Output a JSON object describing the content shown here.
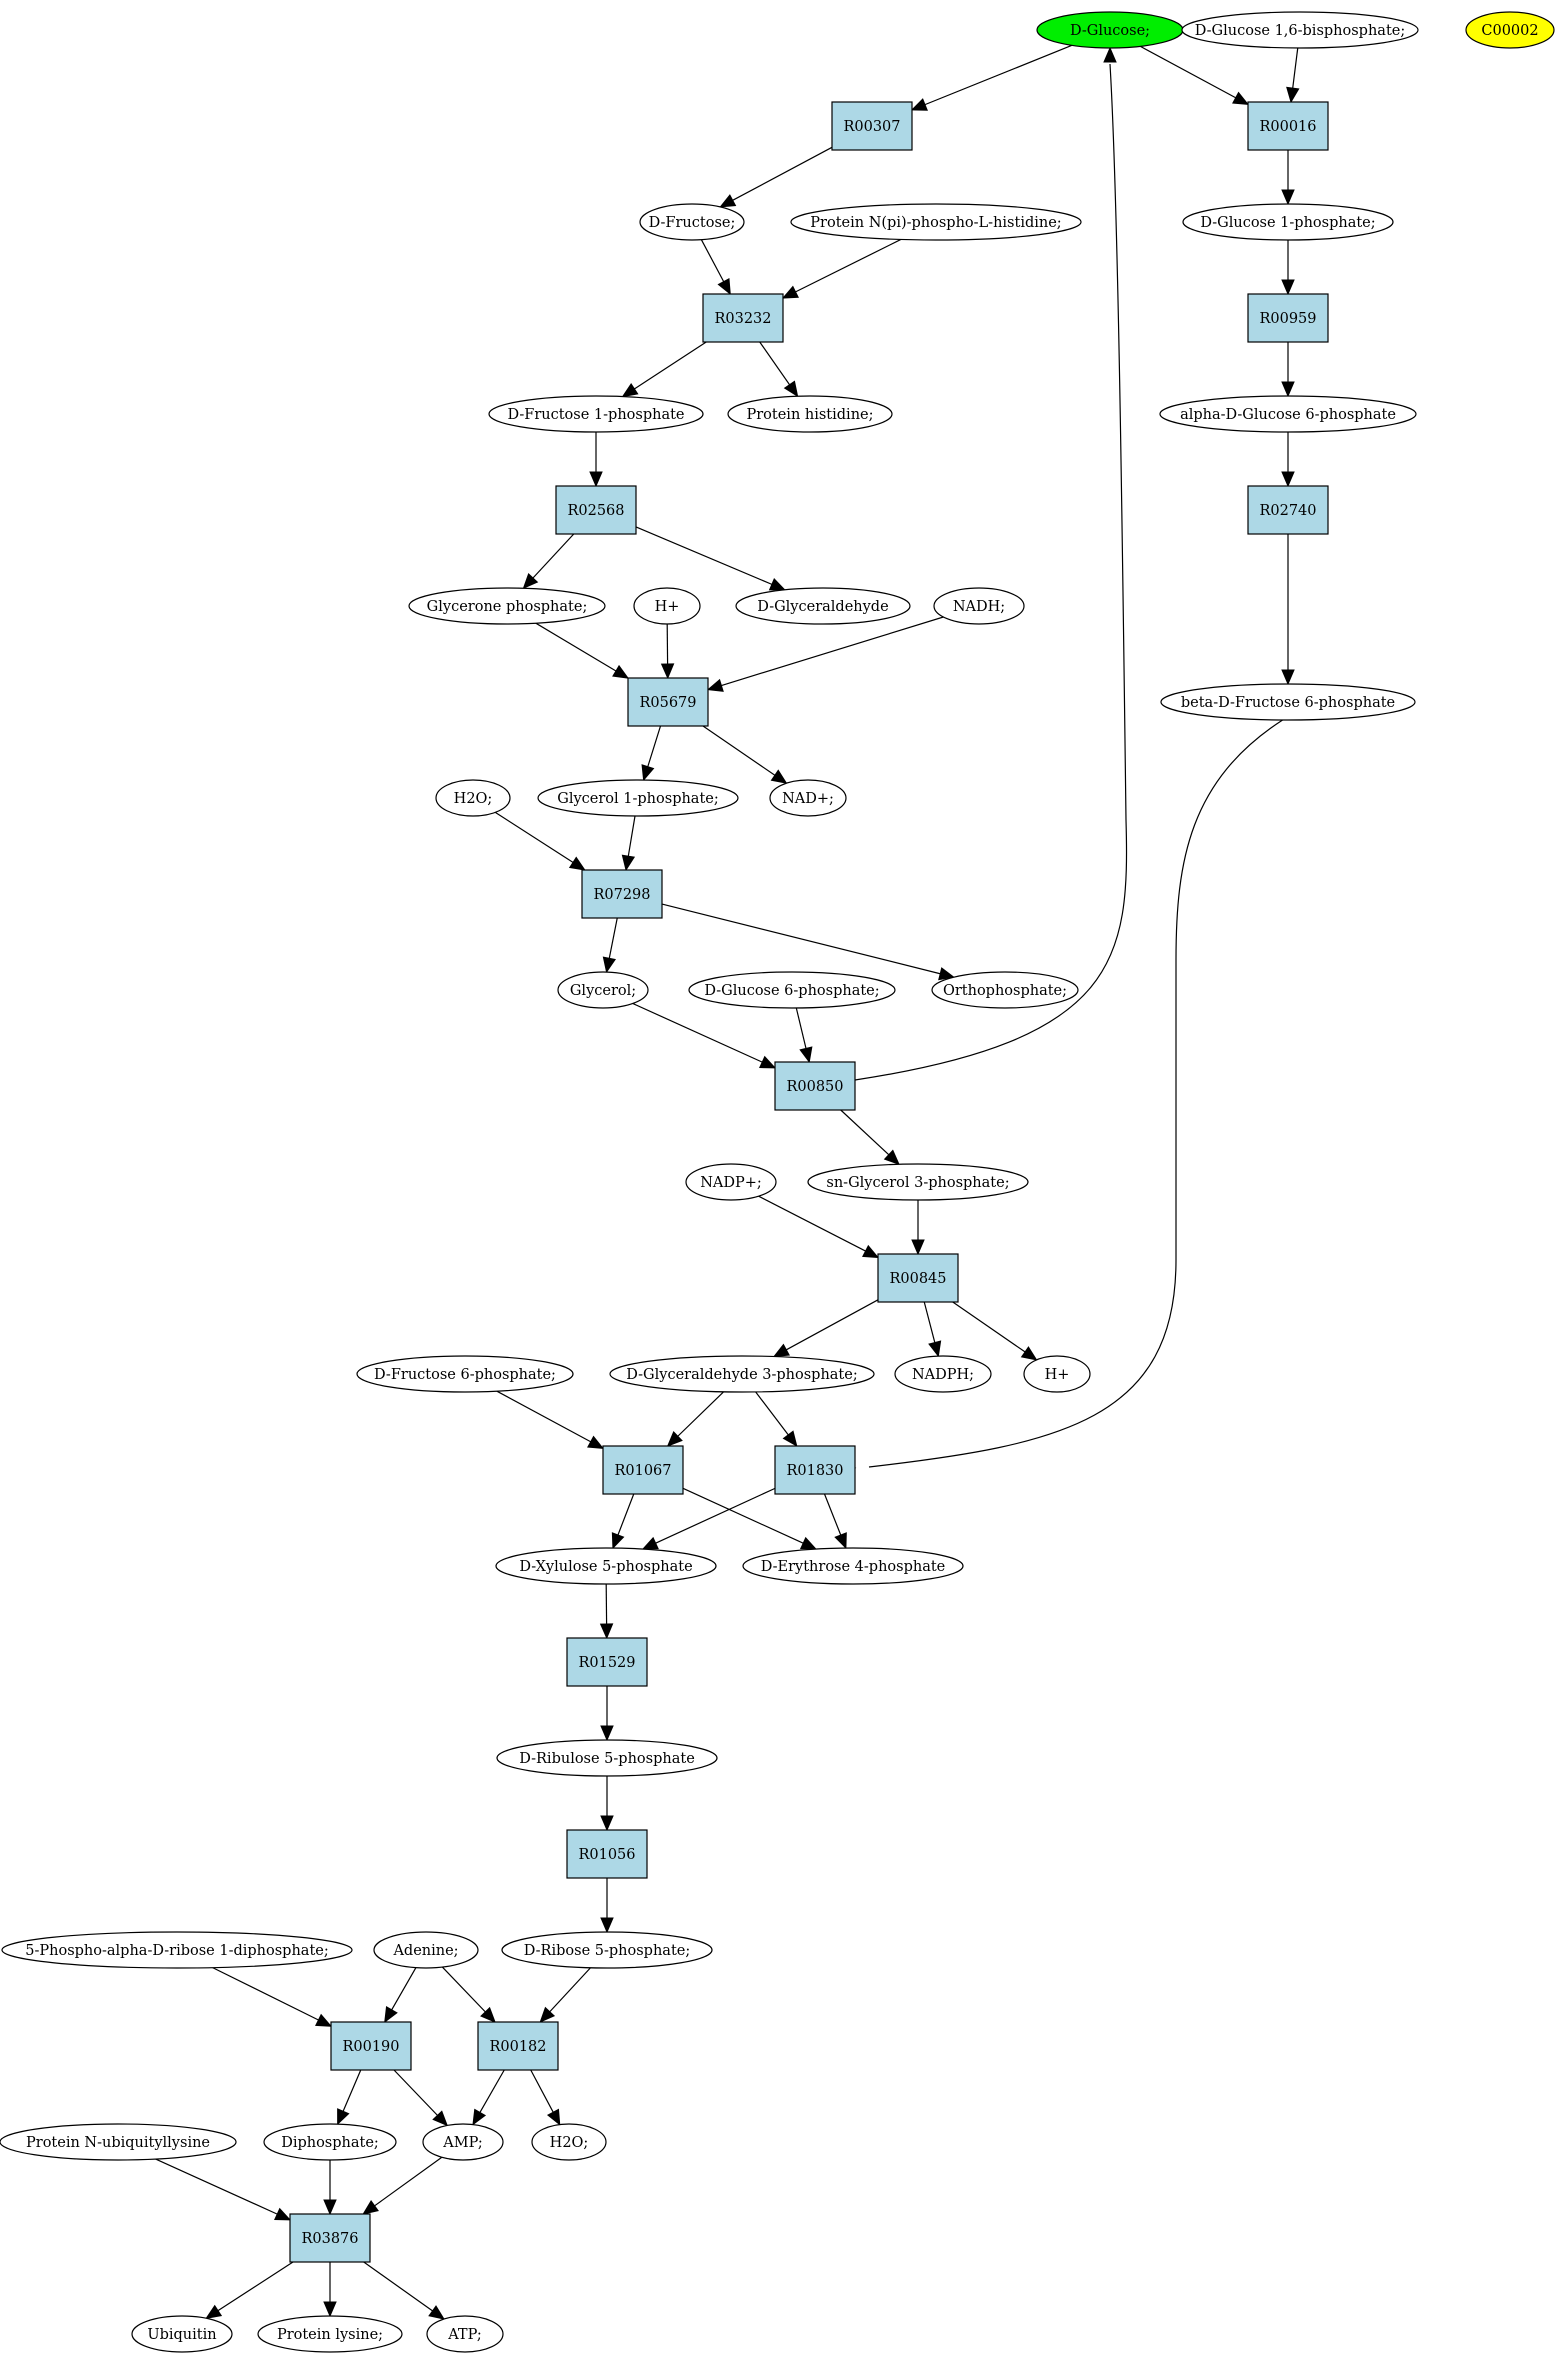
{
  "colors": {
    "reaction_fill": "#add8e6",
    "compound_fill": "#ffffff",
    "start_fill": "#00ee00",
    "highlight_fill": "#ffff00"
  },
  "nodes": {
    "D-Glucose": {
      "label": "D-Glucose;",
      "kind": "start"
    },
    "D-Glucose-16bp": {
      "label": "D-Glucose 1,6-bisphosphate;",
      "kind": "compound"
    },
    "C00002": {
      "label": "C00002",
      "kind": "highlight"
    },
    "R00307": {
      "label": "R00307",
      "kind": "reaction"
    },
    "R00016": {
      "label": "R00016",
      "kind": "reaction"
    },
    "D-Fructose": {
      "label": "D-Fructose;",
      "kind": "compound"
    },
    "Protein-Npi": {
      "label": "Protein N(pi)-phospho-L-histidine;",
      "kind": "compound"
    },
    "D-Glucose-1p": {
      "label": "D-Glucose 1-phosphate;",
      "kind": "compound"
    },
    "R03232": {
      "label": "R03232",
      "kind": "reaction"
    },
    "R00959": {
      "label": "R00959",
      "kind": "reaction"
    },
    "D-Fructose-1p": {
      "label": "D-Fructose 1-phosphate",
      "kind": "compound"
    },
    "Protein-histidine": {
      "label": "Protein histidine;",
      "kind": "compound"
    },
    "alpha-G6P": {
      "label": "alpha-D-Glucose 6-phosphate",
      "kind": "compound"
    },
    "R02568": {
      "label": "R02568",
      "kind": "reaction"
    },
    "R02740": {
      "label": "R02740",
      "kind": "reaction"
    },
    "Glycerone-p": {
      "label": "Glycerone phosphate;",
      "kind": "compound"
    },
    "H+a": {
      "label": "H+",
      "kind": "compound"
    },
    "D-Glyceraldehyde": {
      "label": "D-Glyceraldehyde",
      "kind": "compound"
    },
    "NADH": {
      "label": "NADH;",
      "kind": "compound"
    },
    "R05679": {
      "label": "R05679",
      "kind": "reaction"
    },
    "beta-F6P": {
      "label": "beta-D-Fructose 6-phosphate",
      "kind": "compound"
    },
    "H2Oa": {
      "label": "H2O;",
      "kind": "compound"
    },
    "Glycerol-1p": {
      "label": "Glycerol 1-phosphate;",
      "kind": "compound"
    },
    "NAD+": {
      "label": "NAD+;",
      "kind": "compound"
    },
    "R07298": {
      "label": "R07298",
      "kind": "reaction"
    },
    "Glycerol": {
      "label": "Glycerol;",
      "kind": "compound"
    },
    "D-Glucose-6p": {
      "label": "D-Glucose 6-phosphate;",
      "kind": "compound"
    },
    "Orthophosphate": {
      "label": "Orthophosphate;",
      "kind": "compound"
    },
    "R00850": {
      "label": "R00850",
      "kind": "reaction"
    },
    "NADP+": {
      "label": "NADP+;",
      "kind": "compound"
    },
    "sn-Glycerol-3p": {
      "label": "sn-Glycerol 3-phosphate;",
      "kind": "compound"
    },
    "R00845": {
      "label": "R00845",
      "kind": "reaction"
    },
    "D-Fructose-6p": {
      "label": "D-Fructose 6-phosphate;",
      "kind": "compound"
    },
    "GAP": {
      "label": "D-Glyceraldehyde 3-phosphate;",
      "kind": "compound"
    },
    "NADPH": {
      "label": "NADPH;",
      "kind": "compound"
    },
    "H+b": {
      "label": "H+",
      "kind": "compound"
    },
    "R01067": {
      "label": "R01067",
      "kind": "reaction"
    },
    "R01830": {
      "label": "R01830",
      "kind": "reaction"
    },
    "Xu5P": {
      "label": "D-Xylulose 5-phosphate",
      "kind": "compound"
    },
    "E4P": {
      "label": "D-Erythrose 4-phosphate",
      "kind": "compound"
    },
    "R01529": {
      "label": "R01529",
      "kind": "reaction"
    },
    "Ru5P": {
      "label": "D-Ribulose 5-phosphate",
      "kind": "compound"
    },
    "R01056": {
      "label": "R01056",
      "kind": "reaction"
    },
    "PRPP": {
      "label": "5-Phospho-alpha-D-ribose 1-diphosphate;",
      "kind": "compound"
    },
    "Adenine": {
      "label": "Adenine;",
      "kind": "compound"
    },
    "R5P": {
      "label": "D-Ribose 5-phosphate;",
      "kind": "compound"
    },
    "R00190": {
      "label": "R00190",
      "kind": "reaction"
    },
    "R00182": {
      "label": "R00182",
      "kind": "reaction"
    },
    "Protein-Nub": {
      "label": "Protein N-ubiquityllysine",
      "kind": "compound"
    },
    "Diphosphate": {
      "label": "Diphosphate;",
      "kind": "compound"
    },
    "AMP": {
      "label": "AMP;",
      "kind": "compound"
    },
    "H2Ob": {
      "label": "H2O;",
      "kind": "compound"
    },
    "R03876": {
      "label": "R03876",
      "kind": "reaction"
    },
    "Ubiquitin": {
      "label": "Ubiquitin",
      "kind": "compound"
    },
    "Protein-lysine": {
      "label": "Protein lysine;",
      "kind": "compound"
    },
    "ATP": {
      "label": "ATP;",
      "kind": "compound"
    }
  },
  "edges": [
    [
      "D-Glucose",
      "R00307"
    ],
    [
      "D-Glucose",
      "R00016"
    ],
    [
      "D-Glucose-16bp",
      "R00016"
    ],
    [
      "R00307",
      "D-Fructose"
    ],
    [
      "R00016",
      "D-Glucose-1p"
    ],
    [
      "D-Fructose",
      "R03232"
    ],
    [
      "Protein-Npi",
      "R03232"
    ],
    [
      "D-Glucose-1p",
      "R00959"
    ],
    [
      "R03232",
      "D-Fructose-1p"
    ],
    [
      "R03232",
      "Protein-histidine"
    ],
    [
      "R00959",
      "alpha-G6P"
    ],
    [
      "D-Fructose-1p",
      "R02568"
    ],
    [
      "alpha-G6P",
      "R02740"
    ],
    [
      "R02568",
      "Glycerone-p"
    ],
    [
      "R02568",
      "D-Glyceraldehyde"
    ],
    [
      "Glycerone-p",
      "R05679"
    ],
    [
      "H+a",
      "R05679"
    ],
    [
      "NADH",
      "R05679"
    ],
    [
      "R02740",
      "beta-F6P"
    ],
    [
      "R05679",
      "Glycerol-1p"
    ],
    [
      "R05679",
      "NAD+"
    ],
    [
      "H2Oa",
      "R07298"
    ],
    [
      "Glycerol-1p",
      "R07298"
    ],
    [
      "R07298",
      "Glycerol"
    ],
    [
      "R07298",
      "Orthophosphate"
    ],
    [
      "Glycerol",
      "R00850"
    ],
    [
      "D-Glucose-6p",
      "R00850"
    ],
    [
      "R00850",
      "D-Glucose"
    ],
    [
      "R00850",
      "sn-Glycerol-3p"
    ],
    [
      "NADP+",
      "R00845"
    ],
    [
      "sn-Glycerol-3p",
      "R00845"
    ],
    [
      "R00845",
      "GAP"
    ],
    [
      "R00845",
      "NADPH"
    ],
    [
      "R00845",
      "H+b"
    ],
    [
      "D-Fructose-6p",
      "R01067"
    ],
    [
      "GAP",
      "R01067"
    ],
    [
      "GAP",
      "R01830"
    ],
    [
      "beta-F6P",
      "R01830"
    ],
    [
      "R01067",
      "Xu5P"
    ],
    [
      "R01067",
      "E4P"
    ],
    [
      "R01830",
      "Xu5P"
    ],
    [
      "R01830",
      "E4P"
    ],
    [
      "Xu5P",
      "R01529"
    ],
    [
      "R01529",
      "Ru5P"
    ],
    [
      "Ru5P",
      "R01056"
    ],
    [
      "R01056",
      "R5P"
    ],
    [
      "PRPP",
      "R00190"
    ],
    [
      "Adenine",
      "R00190"
    ],
    [
      "Adenine",
      "R00182"
    ],
    [
      "R5P",
      "R00182"
    ],
    [
      "R00190",
      "Diphosphate"
    ],
    [
      "R00190",
      "AMP"
    ],
    [
      "R00182",
      "AMP"
    ],
    [
      "R00182",
      "H2Ob"
    ],
    [
      "Protein-Nub",
      "R03876"
    ],
    [
      "Diphosphate",
      "R03876"
    ],
    [
      "AMP",
      "R03876"
    ],
    [
      "R03876",
      "Ubiquitin"
    ],
    [
      "R03876",
      "Protein-lysine"
    ],
    [
      "R03876",
      "ATP"
    ]
  ]
}
